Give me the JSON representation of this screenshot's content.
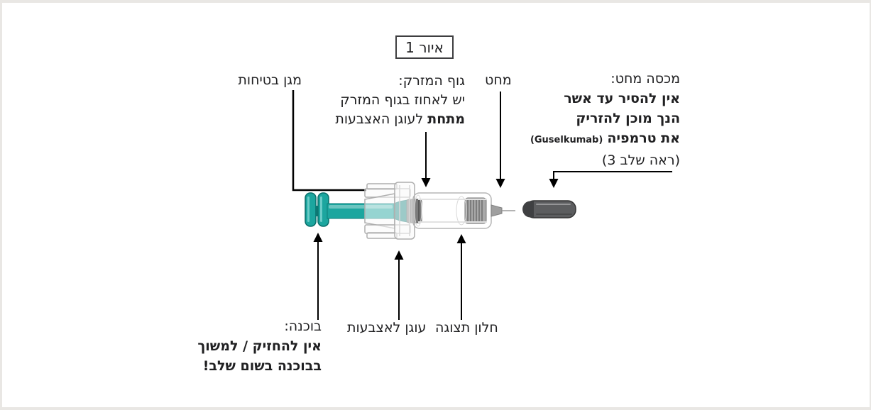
{
  "figure": {
    "label": "איור 1"
  },
  "callouts": {
    "safety_guard": {
      "label": "מגן בטיחות"
    },
    "syringe_body": {
      "title": "גוף המזרק:",
      "line2": "יש לאחוז בגוף המזרק",
      "line3_bold": "מתחת",
      "line3_rest": "לעוגן האצבעות"
    },
    "needle": {
      "label": "מחט"
    },
    "needle_cap": {
      "title": "מכסה מחט:",
      "warning_line1": "אין להסיר עד אשר",
      "warning_line2": "הנך מוכן להזריק",
      "warning_line3_bold": "את טרמפיה",
      "drug_name_latin": "(Guselkumab)",
      "step_note": "(ראה שלב 3)"
    },
    "plunger": {
      "title": "בוכנה:",
      "warning_line1": "אין להחזיק / למשוך",
      "warning_line2": "בבוכנה בשום שלב!"
    },
    "finger_flange": {
      "label": "עוגן לאצבעות"
    },
    "viewing_window": {
      "label": "חלון תצוגה"
    }
  },
  "illustration": {
    "colors": {
      "teal": "#1CA69F",
      "teal_dark": "#0F837D",
      "teal_outline": "#0A6F6B",
      "cap_gray": "#5C5D5F",
      "cap_rim": "#3F4042",
      "glass_outline": "#B5B5B5",
      "stopper_gray": "#7C7C7C",
      "collar_gray": "#A9A9A9"
    }
  }
}
